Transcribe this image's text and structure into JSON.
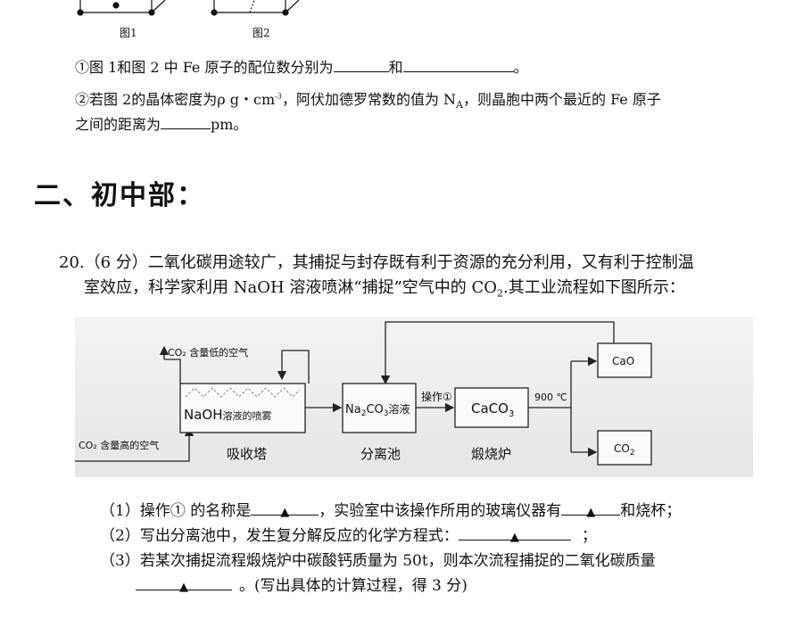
{
  "figure_top": {
    "fig1_label": "图1",
    "fig2_label": "图2"
  },
  "q_prev": {
    "item1_a": "①图 1和图 2 中 Fe 原子的配位数分别为",
    "item1_mid": "和",
    "item1_end": "。",
    "item2_line1_a": "②若图 2的晶体密度为ρ g・cm",
    "item2_line1_sup": "-3",
    "item2_line1_b": "，阿伏加德罗常数的值为 N",
    "item2_line1_subA": "A",
    "item2_line1_c": "，则晶胞中两个最近的 Fe 原子",
    "item2_line2_a": "之间的距离为",
    "item2_line2_b": "pm。"
  },
  "section": {
    "title": "二、初中部："
  },
  "q20": {
    "line1": "20.（6 分）二氧化碳用途较广，其捕捉与封存既有利于资源的充分利用，又有利于控制温",
    "line2_a": "室效应，科学家利用 NaOH 溶液喷淋“捕捉”空气中的 CO",
    "line2_sub": "2",
    "line2_b": ".其工业流程如下图所示："
  },
  "flow": {
    "air_low_label": "CO₂ 含量低的空气",
    "air_high_label": "CO₂ 含量高的空气",
    "tower_box_a": "NaOH",
    "tower_box_b": "溶液的喷雾",
    "tower_caption": "吸收塔",
    "sep_box_a": "Na",
    "sep_box_sub1": "2",
    "sep_box_b": "CO",
    "sep_box_sub2": "3",
    "sep_box_c": "溶液",
    "sep_caption": "分离池",
    "op_label": "操作①",
    "caco3_a": "CaCO",
    "caco3_sub": "3",
    "furnace_caption": "煅烧炉",
    "temp_label": "900 ℃",
    "cao_box": "CaO",
    "co2_box_a": "CO",
    "co2_box_sub": "2"
  },
  "subq": {
    "s1_a": "（1）操作① 的名称是",
    "s1_b": "，实验室中该操作所用的玻璃仪器有",
    "s1_c": "和烧杯；",
    "s2_a": "（2）写出分离池中，发生复分解反应的化学方程式：",
    "s2_b": "；",
    "s3_a": "（3）若某次捕捉流程煅烧炉中碳酸钙质量为 50t，则本次流程捕捉的二氧化碳质量",
    "s3_b": "。(写出具体的计算过程，得 3 分)",
    "marker": "▲"
  }
}
